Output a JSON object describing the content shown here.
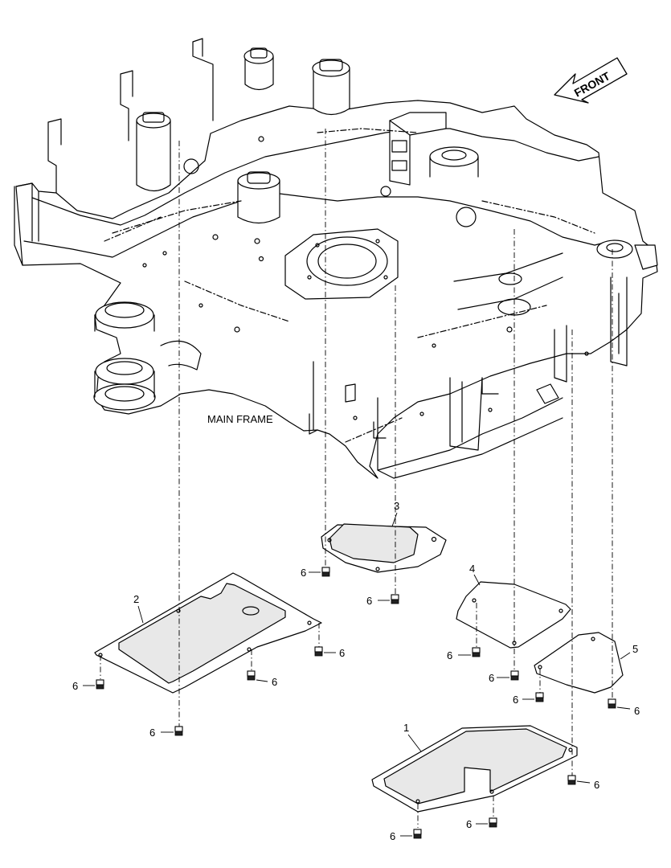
{
  "frame_label": "MAIN FRAME",
  "direction_label": "FRONT",
  "callouts": {
    "c1": "1",
    "c2": "2",
    "c3": "3",
    "c4": "4",
    "c5": "5"
  },
  "bolt_labels": {
    "b01": "6",
    "b02": "6",
    "b03": "6",
    "b04": "6",
    "b05": "6",
    "b06": "6",
    "b07": "6",
    "b08": "6",
    "b09": "6",
    "b10": "6",
    "b11": "6",
    "b12": "6",
    "b13": "6"
  }
}
